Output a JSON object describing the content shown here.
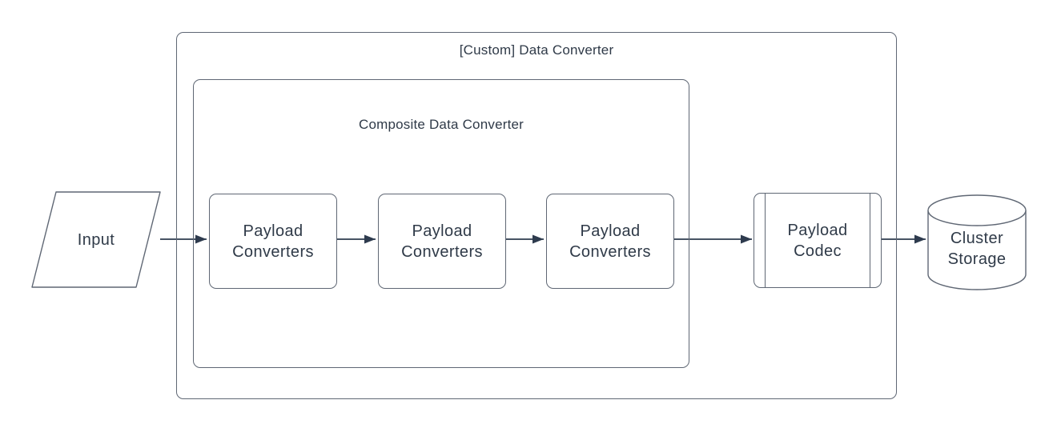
{
  "diagram": {
    "outer_container": {
      "label": "[Custom] Data Converter"
    },
    "inner_container": {
      "label": "Composite Data Converter"
    },
    "input_node": {
      "label": "Input",
      "shape": "parallelogram"
    },
    "converter_nodes": [
      {
        "label": "Payload\nConverters",
        "shape": "rounded-rectangle"
      },
      {
        "label": "Payload\nConverters",
        "shape": "rounded-rectangle"
      },
      {
        "label": "Payload\nConverters",
        "shape": "rounded-rectangle"
      }
    ],
    "codec_node": {
      "label": "Payload\nCodec",
      "shape": "predefined-process"
    },
    "storage_node": {
      "label": "Cluster\nStorage",
      "shape": "cylinder"
    },
    "connectors": [
      {
        "from": "input",
        "to": "payload-converters-1"
      },
      {
        "from": "payload-converters-1",
        "to": "payload-converters-2"
      },
      {
        "from": "payload-converters-2",
        "to": "payload-converters-3"
      },
      {
        "from": "payload-converters-3",
        "to": "payload-codec"
      },
      {
        "from": "payload-codec",
        "to": "cluster-storage"
      }
    ],
    "colors": {
      "background": "#ffffff",
      "shape_stroke": "#5f6774",
      "connector": "#2e3b4e",
      "text": "#2f3a48"
    }
  }
}
